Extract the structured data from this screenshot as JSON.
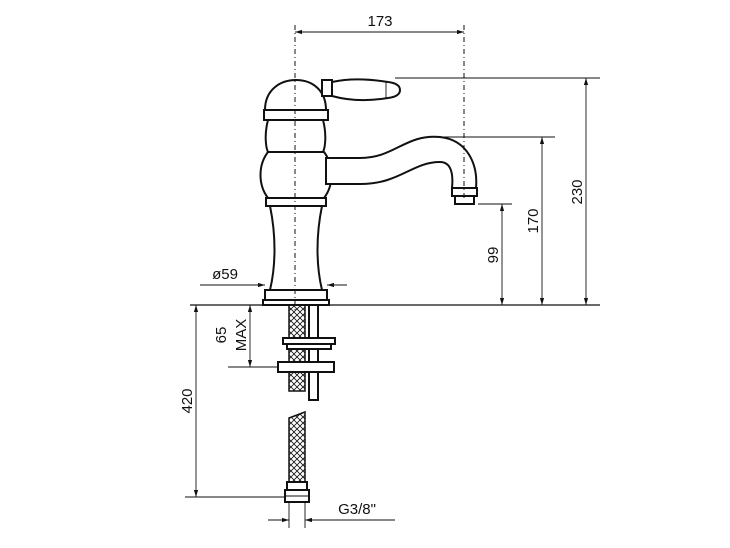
{
  "dimensions": {
    "width_top": "173",
    "height_overall": "230",
    "height_spout": "170",
    "height_outlet": "99",
    "diameter_base": "ø59",
    "deck_max": "65",
    "deck_max_suffix": "MAX",
    "hose_length": "420",
    "thread": "G3/8\""
  }
}
